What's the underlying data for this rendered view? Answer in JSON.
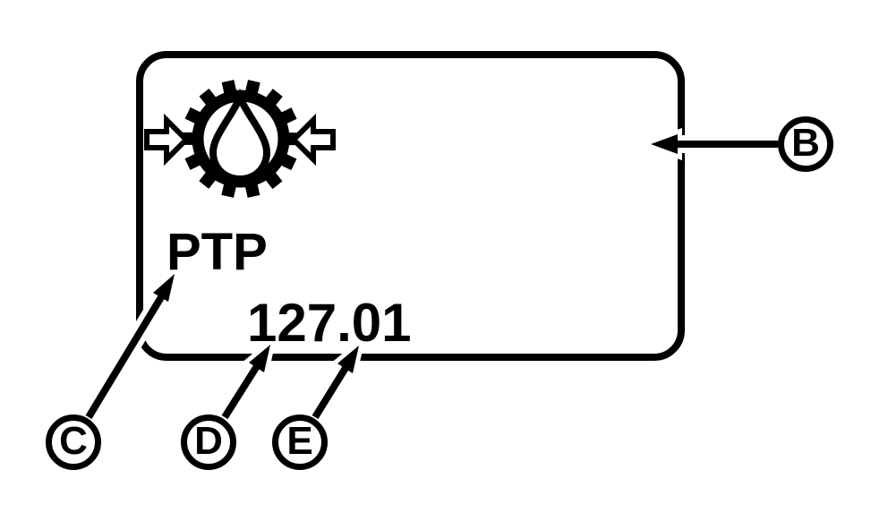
{
  "figure": {
    "description": "instrument display panel callout diagram",
    "panel": {
      "icon": "gear-oil-pressure-icon",
      "ptp_label": "PTP",
      "value": "127.01"
    },
    "callouts": {
      "b": "B",
      "c": "C",
      "d": "D",
      "e": "E"
    },
    "colors": {
      "line": "#000000",
      "background": "#ffffff"
    }
  }
}
